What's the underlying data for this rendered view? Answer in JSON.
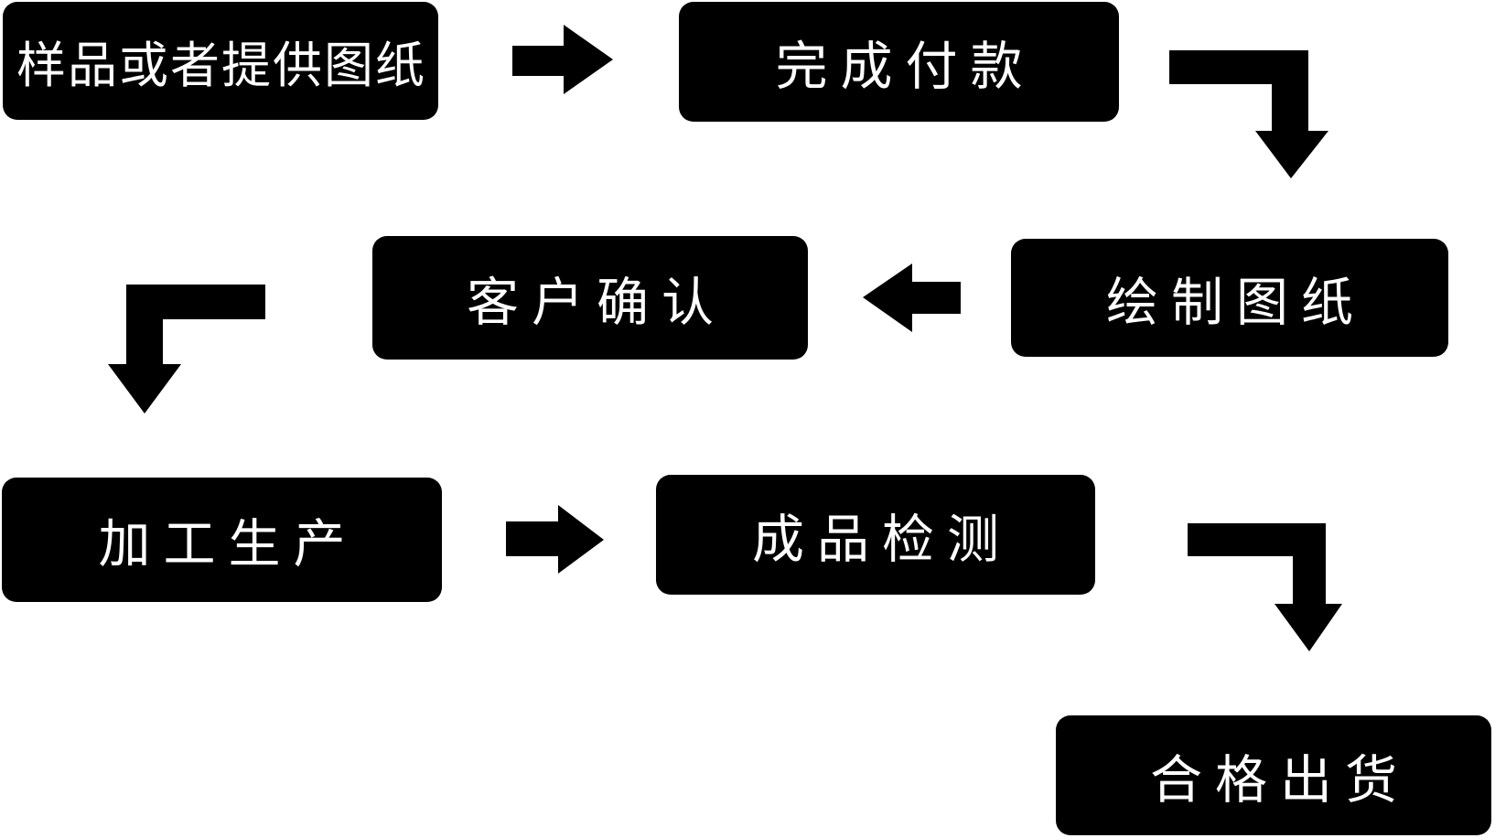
{
  "diagram": {
    "type": "flowchart",
    "colors": {
      "node_background": "#000000",
      "node_text": "#ffffff",
      "arrow": "#000000",
      "page_background": "#ffffff"
    },
    "nodes": [
      {
        "id": "sample",
        "label": "样品或者提供图纸"
      },
      {
        "id": "payment",
        "label": "完成付款"
      },
      {
        "id": "draw",
        "label": "绘制图纸"
      },
      {
        "id": "confirm",
        "label": "客户确认"
      },
      {
        "id": "produce",
        "label": "加工生产"
      },
      {
        "id": "inspect",
        "label": "成品检测"
      },
      {
        "id": "ship",
        "label": "合格出货"
      }
    ],
    "edges": [
      {
        "from": "sample",
        "to": "payment",
        "shape": "straight-right"
      },
      {
        "from": "payment",
        "to": "draw",
        "shape": "elbow-right-down"
      },
      {
        "from": "draw",
        "to": "confirm",
        "shape": "straight-left"
      },
      {
        "from": "confirm",
        "to": "produce",
        "shape": "elbow-left-down"
      },
      {
        "from": "produce",
        "to": "inspect",
        "shape": "straight-right"
      },
      {
        "from": "inspect",
        "to": "ship",
        "shape": "elbow-right-down"
      }
    ]
  }
}
